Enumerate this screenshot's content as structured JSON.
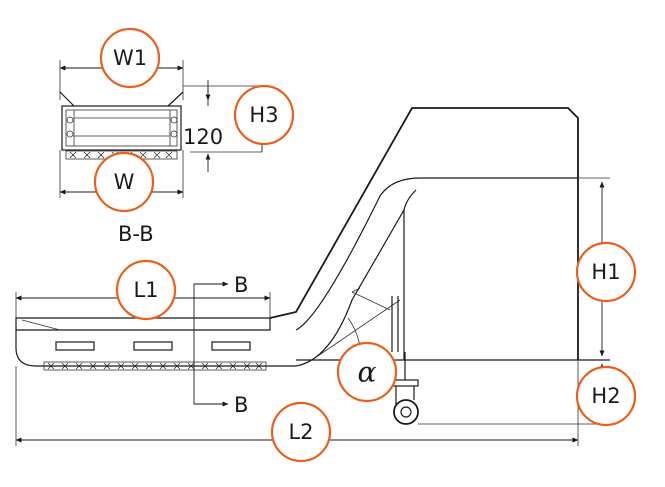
{
  "labels": {
    "w1": "W1",
    "h3": "H3",
    "dim_120": "120",
    "w": "W",
    "section": "B-B",
    "l1": "L1",
    "b_top": "B",
    "b_bottom": "B",
    "h1": "H1",
    "h2": "H2",
    "alpha": "α",
    "l2": "L2"
  },
  "colors": {
    "badge_stroke": "#e8601c",
    "line": "#1a1a1a"
  }
}
